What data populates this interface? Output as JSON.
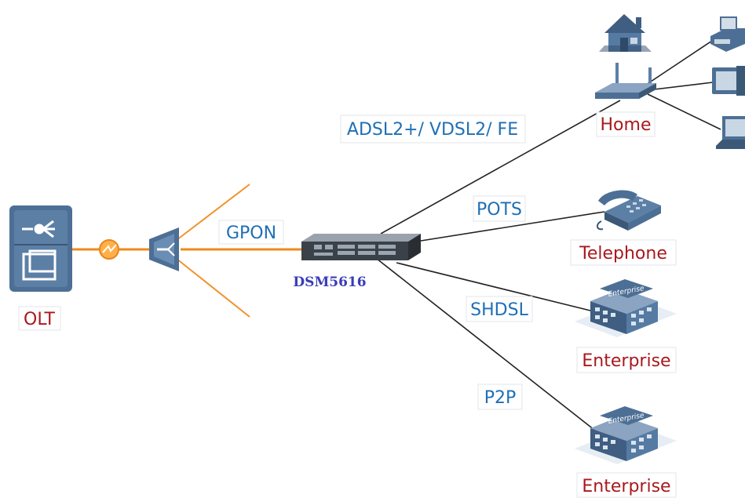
{
  "nodes": {
    "olt": "OLT",
    "splitter_link": "GPON",
    "device": "DSM5616",
    "home": "Home",
    "telephone": "Telephone",
    "enterprise_1": "Enterprise",
    "enterprise_2": "Enterprise",
    "building_sign": "Enterprise"
  },
  "links": {
    "home": "ADSL2+/ VDSL2/ FE",
    "telephone": "POTS",
    "enterprise_1": "SHDSL",
    "enterprise_2": "P2P"
  },
  "colors": {
    "fiber": "#f08a1c",
    "blue_label": "#1f6fb5",
    "red_label": "#a8191e",
    "device_label": "#3a3db6",
    "icon_blue": "#4d6f95"
  }
}
